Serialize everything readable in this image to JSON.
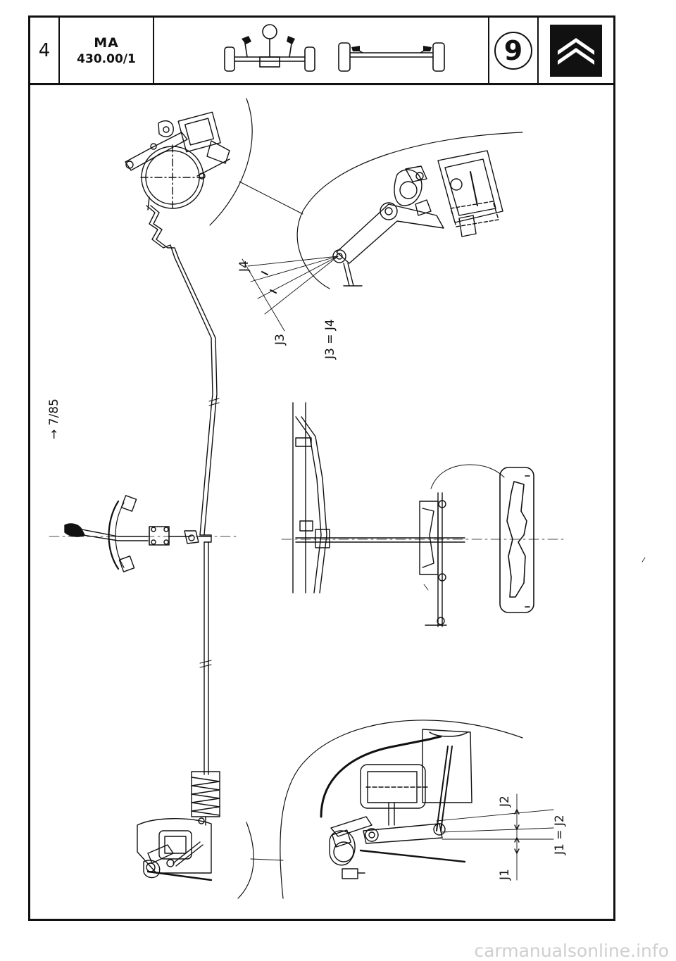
{
  "header": {
    "page_number": "4",
    "ref_line1": "MA",
    "ref_line2": "430.00/1",
    "group_number": "9"
  },
  "icons": {
    "left": "vehicle-top-view-steering-icon",
    "right": "axle-linkage-icon",
    "logo": "citroen-double-chevron-logo"
  },
  "annotations": {
    "date_ref": "→ 7/85",
    "j4": "J4",
    "j3": "J3",
    "j3_equation": "J3 = J4",
    "j2": "J2",
    "j1": "J1",
    "j1_equation": "J1 = J2"
  },
  "footer": {
    "watermark": "carmanualsonline.info"
  }
}
